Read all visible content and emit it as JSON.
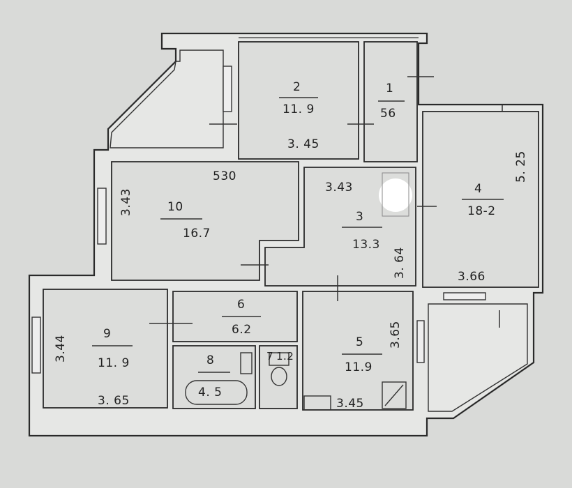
{
  "rooms": [
    {
      "id": "1",
      "number": "1",
      "area": "56"
    },
    {
      "id": "2",
      "number": "2",
      "area": "11. 9",
      "note": "3. 45"
    },
    {
      "id": "3",
      "number": "3",
      "area": "13.3",
      "note": "3.43",
      "note2": "3. 64"
    },
    {
      "id": "4",
      "number": "4",
      "area": "18-2",
      "note": "5. 25",
      "note2": "3.66"
    },
    {
      "id": "5",
      "number": "5",
      "area": "11.9",
      "note": "3.45",
      "note2": "3.65"
    },
    {
      "id": "6",
      "number": "6",
      "area": "6.2"
    },
    {
      "id": "7",
      "number": "7",
      "area": "1.2"
    },
    {
      "id": "8",
      "number": "8",
      "area": "4. 5"
    },
    {
      "id": "9",
      "number": "9",
      "area": "11. 9",
      "note": "3. 65",
      "note2": "3.44"
    },
    {
      "id": "10",
      "number": "10",
      "area": "16.7",
      "note": "3.43",
      "note2": "530"
    }
  ],
  "colors": {
    "paper": "#d9dad8",
    "ink": "#2a2a2a",
    "wall": "#e6e7e5"
  }
}
